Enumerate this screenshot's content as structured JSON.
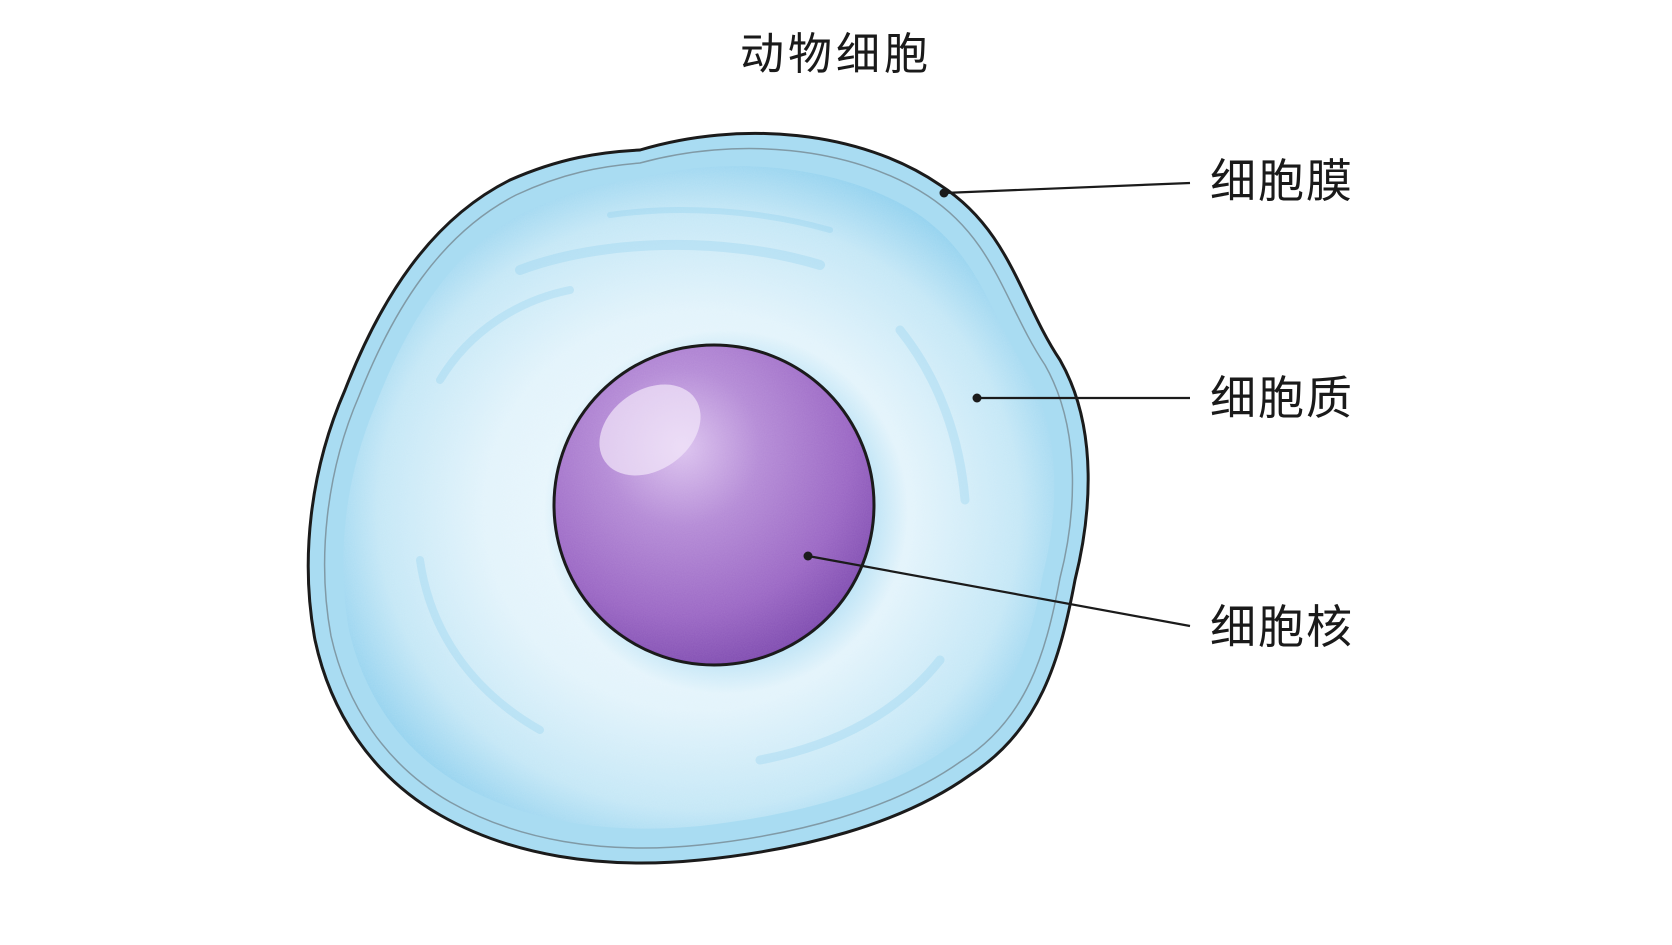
{
  "title": "动物细胞",
  "labels": {
    "membrane": "细胞膜",
    "cytoplasm": "细胞质",
    "nucleus": "细胞核"
  },
  "colors": {
    "membrane_fill": "#a9dcf2",
    "cytoplasm_fill": "#e4f4fb",
    "nucleus_fill": "#a070c8",
    "nucleus_highlight": "#e6d3f3",
    "outline": "#1b1b1b"
  }
}
